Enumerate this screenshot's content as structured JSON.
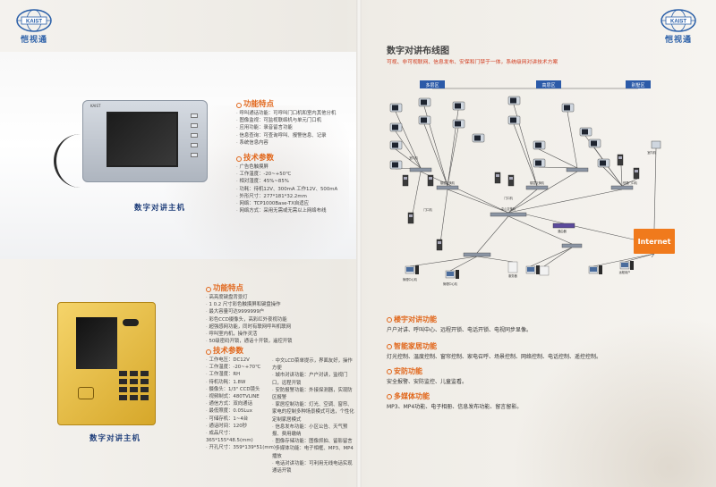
{
  "brand": {
    "logo_badge": "KAIST",
    "name": "恺视通",
    "color": "#2a5fa8"
  },
  "monitor_product": {
    "brand_mark": "KAIST",
    "caption": "数字对讲主机",
    "features_title": "功能特点",
    "features": [
      "呼叫通话功能：可呼叫门口机和室内其他分机",
      "图像监视：可监视联络机与单元门口机",
      "应用功能：录音留言功能",
      "信息查询：可查询呼叫、报警信息、记录",
      "系统信息内容"
    ],
    "specs_title": "技术参数",
    "specs": [
      "广告色触摸屏",
      "工作温度：-20~+50℃",
      "相对湿度：45%~85%",
      "功耗：待机12V、300mA 工作12V、500mA",
      "外形尺寸：277*181*32.2mm",
      "网络：TCP1000Base-TX自适应",
      "网络方式：采用无需或无需以上网络布线"
    ]
  },
  "door_product": {
    "caption": "数字对讲主机",
    "features_title": "功能特点",
    "features": [
      "高亮度键盘背景灯",
      "1 0.2 尺寸彩色触摸屏和键盘操作",
      "最大容量可达9999999户",
      "彩色CCD摄像头，高彩红外夜视功能",
      "超强感网功能，同时有联网呼叫机联网",
      "呼叫室内机，操作灵活",
      "50级密码开锁，通话十开锁，遥控开锁"
    ],
    "specs_title": "技术参数",
    "specs_left": [
      "工作电压：DC12V",
      "工作温度：-20~+70℃",
      "工作湿度：RH",
      "待机功耗：1.8W",
      "摄像头：1/3\" CCD镜头",
      "视频制式：480TVLINE",
      "通信方式：双向通话",
      "最低照度：0.05Lux",
      "可储存机：1~4台",
      "通话时间：120秒",
      "成品尺寸：365*155*48.5(mm)",
      "开孔尺寸：359*139*51(mm)"
    ],
    "specs_right": [
      "中文LCD菜单提示，界面友好，操作方便",
      "城市对讲功能：户户对讲，监视门口，远程开锁",
      "安防报警功能：外接探测器，实现防区报警",
      "家居控制功能：灯光、空调、窗帘、家电的控制多种场景模式可选，个性化定制家居模式",
      "信息发布功能：小区公告、天气预报、费用缴纳",
      "图像存储功能：图像抓拍、留影留言",
      "多媒体功能：电子相框、MP3、MP4播放",
      "电话对讲功能：可利用无线电话实现通话开锁"
    ]
  },
  "right_page": {
    "title": "数字对讲布线图",
    "subtitle": "可视、非可视联网、信息发布、安保和门禁于一体，系统级网对讲技术方案",
    "zones": [
      "多层区",
      "高层区",
      "别墅区"
    ],
    "zone_color": "#2b5aa8",
    "internet_label": "Internet",
    "internet_color": "#f07a1c",
    "diagram_labels": {
      "indoor_unit": "室内机",
      "building_switch": "楼层交换机",
      "door_unit": "门口机",
      "villa_door": "别墅门口机",
      "central_switch": "中心交换机",
      "admin_pc": "管理中心机",
      "server": "服务器",
      "router": "路由器",
      "remote_user": "远程用户"
    },
    "sections": [
      {
        "title": "楼宇对讲功能",
        "body": "户户对讲、呼叫中心、远程开锁、电话开锁、电视同步显像。"
      },
      {
        "title": "智能家居功能",
        "body": "灯光控制、温度控制、窗帘控制、家电召呼、场景控制、网络控制、电话控制、遥控控制。"
      },
      {
        "title": "安防功能",
        "body": "安全报警、安防监控、儿童监看。"
      },
      {
        "title": "多媒体功能",
        "body": "MP3、MP4功能、电子相册、信息发布功能、留言留影。"
      }
    ]
  }
}
